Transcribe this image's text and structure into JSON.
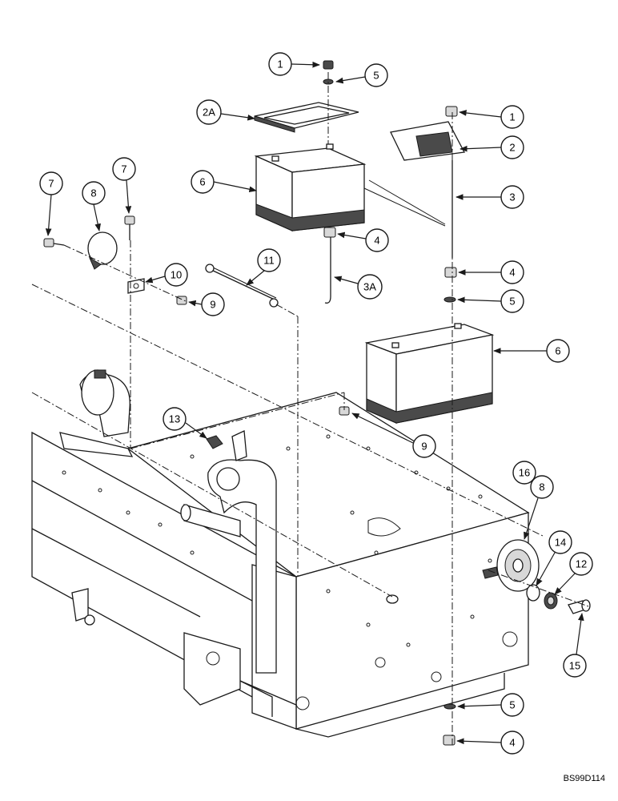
{
  "figure": {
    "reference_code": "BS99D114"
  },
  "callouts": [
    {
      "label": "1"
    },
    {
      "label": "5"
    },
    {
      "label": "2A"
    },
    {
      "label": "1"
    },
    {
      "label": "2"
    },
    {
      "label": "6"
    },
    {
      "label": "3"
    },
    {
      "label": "7"
    },
    {
      "label": "8"
    },
    {
      "label": "7"
    },
    {
      "label": "4"
    },
    {
      "label": "11"
    },
    {
      "label": "10"
    },
    {
      "label": "3A"
    },
    {
      "label": "4"
    },
    {
      "label": "9"
    },
    {
      "label": "5"
    },
    {
      "label": "6"
    },
    {
      "label": "13"
    },
    {
      "label": "9"
    },
    {
      "label": "16"
    },
    {
      "label": "8"
    },
    {
      "label": "14"
    },
    {
      "label": "12"
    },
    {
      "label": "15"
    },
    {
      "label": "5"
    },
    {
      "label": "4"
    }
  ]
}
